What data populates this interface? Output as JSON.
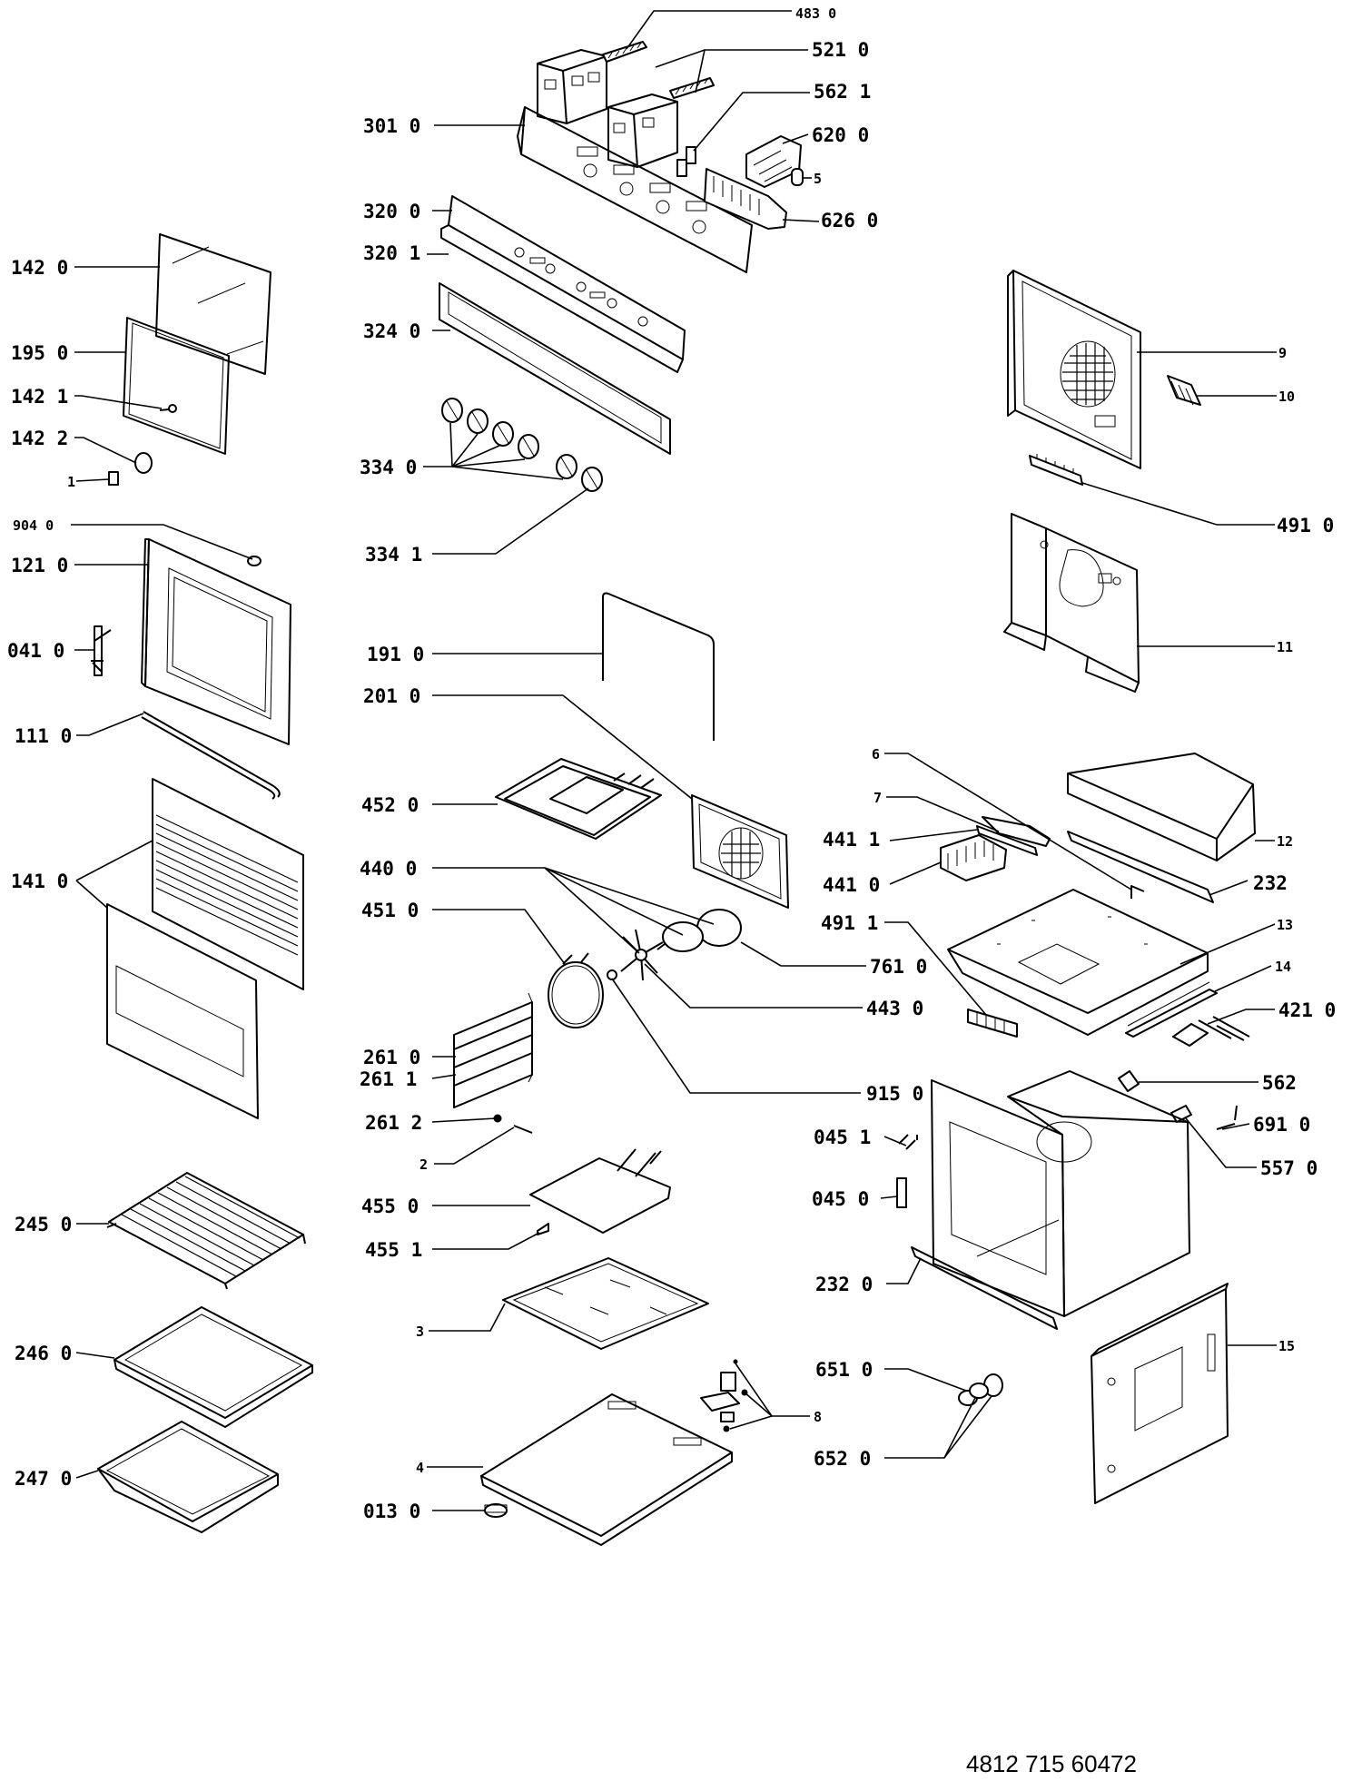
{
  "labels": {
    "p483_0": "483  0",
    "p521_0": "521 0",
    "p562_1": "562 1",
    "p301_0": "301 0",
    "p620_0": "620 0",
    "p5": "5",
    "p626_0": "626 0",
    "p320_0": "320 0",
    "p320_1": "320 1",
    "p142_0": "142 0",
    "p195_0": "195 0",
    "p142_1": "142 1",
    "p142_2": "142 2",
    "p1": "1",
    "p324_0": "324 0",
    "p334_0": "334 0",
    "p334_1": "334 1",
    "p9": "9",
    "p10": "10",
    "p491_0": "491 0",
    "p11": "11",
    "p904_0": "904 0",
    "p121_0": "121 0",
    "p041_0": "041 0",
    "p111_0": "111 0",
    "p191_0": "191 0",
    "p201_0": "201 0",
    "p6": "6",
    "p7": "7",
    "p12": "12",
    "p452_0": "452 0",
    "p441_1": "441 1",
    "p441_0": "441 0",
    "p232_a": "232",
    "p141_0": "141 0",
    "p440_0": "440 0",
    "p451_0": "451 0",
    "p761_0": "761 0",
    "p491_1": "491 1",
    "p13": "13",
    "p443_0": "443 0",
    "p14": "14",
    "p421_0": "421 0",
    "p261_0": "261 0",
    "p261_1": "261 1",
    "p915_0": "915 0",
    "p562": "562",
    "p261_2": "261 2",
    "p2": "2",
    "p045_1": "045 1",
    "p691_0": "691 0",
    "p557_0": "557 0",
    "p245_0": "245 0",
    "p455_0": "455 0",
    "p045_0": "045 0",
    "p455_1": "455 1",
    "p232_0": "232 0",
    "p3": "3",
    "p15": "15",
    "p246_0": "246 0",
    "p651_0": "651 0",
    "p8": "8",
    "p4": "4",
    "p652_0": "652 0",
    "p247_0": "247 0",
    "p013_0": "013 0"
  },
  "document_number": "4812 715 60472"
}
